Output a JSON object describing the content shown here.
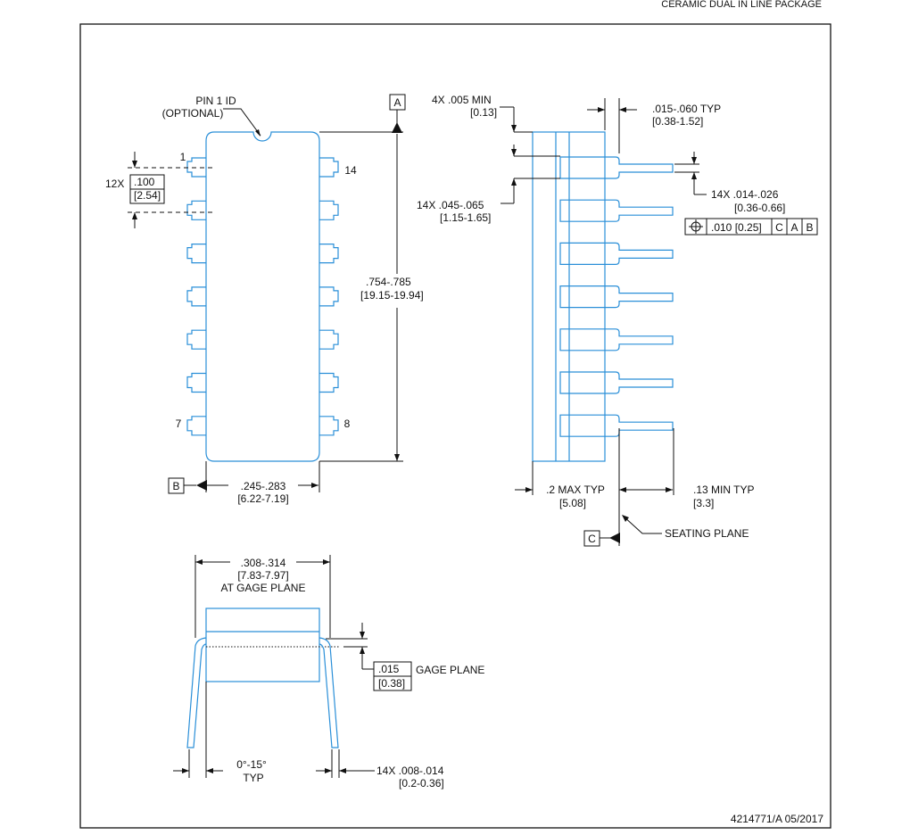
{
  "header": {
    "title": "CERAMIC DUAL IN LINE PACKAGE"
  },
  "colors": {
    "package_outline": "#2a8fd8",
    "dimension": "#111111"
  },
  "top_view": {
    "pin1_id_line1": "PIN 1 ID",
    "pin1_id_line2": "(OPTIONAL)",
    "pin_label_1": "1",
    "pin_label_7": "7",
    "pin_label_8": "8",
    "pin_label_14": "14",
    "pitch_count": "12X",
    "pitch_in": ".100",
    "pitch_mm": "[2.54]",
    "datum_a": "A",
    "datum_b": "B",
    "length_in": ".754-.785",
    "length_mm": "[19.15-19.94]",
    "width_in": ".245-.283",
    "width_mm": "[6.22-7.19]"
  },
  "side_view": {
    "standoff_in": "4X .005 MIN",
    "standoff_mm": "[0.13]",
    "shoulder_in": "14X .045-.065",
    "shoulder_mm": "[1.15-1.65]",
    "lead_thk_in": ".015-.060  TYP",
    "lead_thk_mm": "[0.38-1.52]",
    "lead_w_in": "14X .014-.026",
    "lead_w_mm": "[0.36-0.66]",
    "fcf_tol": ".010 [0.25]",
    "fcf_datum_c": "C",
    "fcf_datum_a": "A",
    "fcf_datum_b": "B",
    "max_h_in": ".2 MAX TYP",
    "max_h_mm": "[5.08]",
    "lead_len_in": ".13 MIN TYP",
    "lead_len_mm": "[3.3]",
    "datum_c": "C",
    "seating_plane": "SEATING PLANE"
  },
  "end_view": {
    "span_in": ".308-.314",
    "span_mm": "[7.83-7.97]",
    "span_note": "AT GAGE PLANE",
    "gage_in": ".015",
    "gage_mm": "[0.38]",
    "gage_label": "GAGE PLANE",
    "angle": "0°-15°",
    "angle_note": "TYP",
    "lead_thk_in": "14X .008-.014",
    "lead_thk_mm": "[0.2-0.36]"
  },
  "footer": {
    "drawing_number": "4214771/A   05/2017"
  }
}
